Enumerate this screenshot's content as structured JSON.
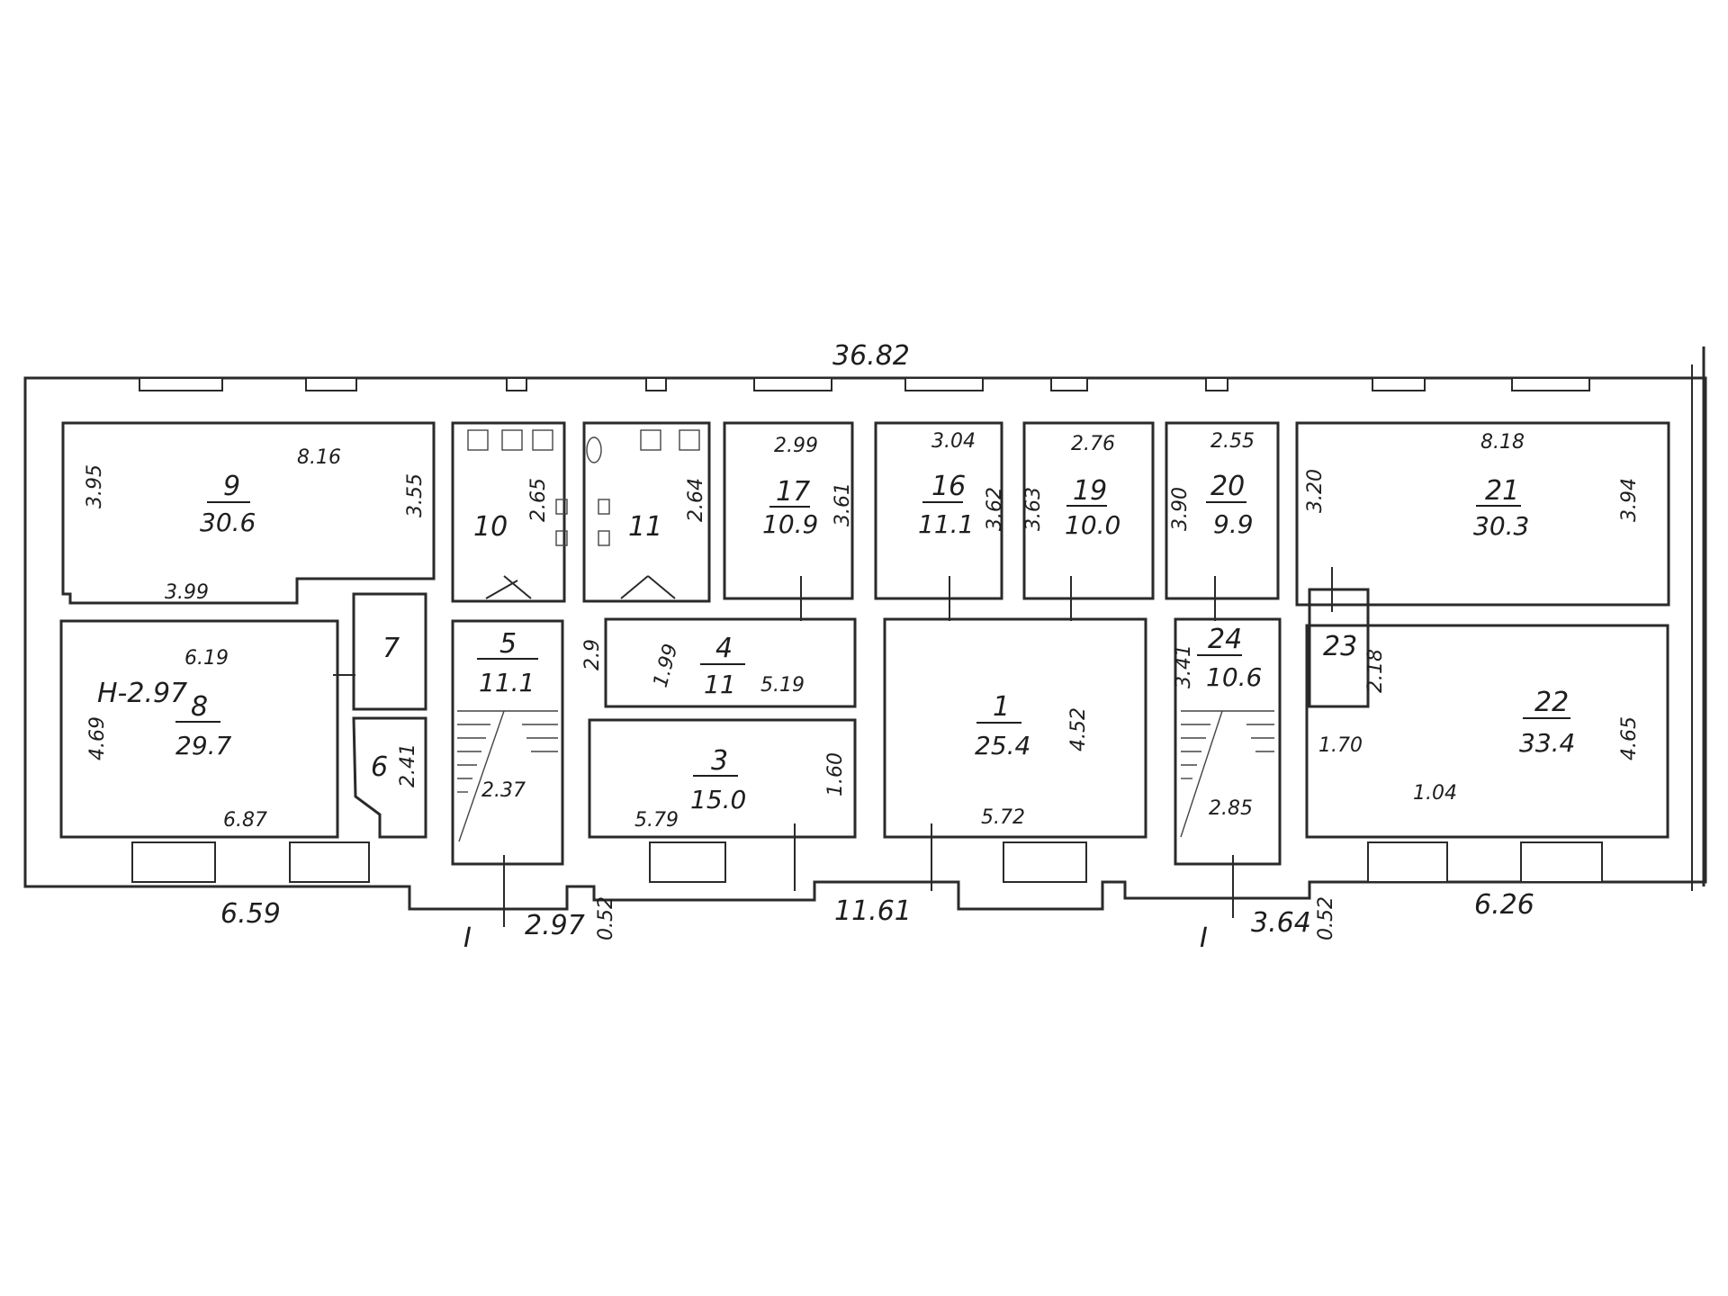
{
  "plan": {
    "overall_width": "36.82",
    "ceiling_height": "H-2.97",
    "bottom_dims": [
      "6.59",
      "2.97",
      "0.52",
      "11.61",
      "3.64",
      "0.52",
      "6.26"
    ],
    "entrance_marks": [
      "I",
      "I"
    ]
  },
  "rooms": [
    {
      "id": "r9",
      "number": "9",
      "area": "30.6",
      "dims": [
        "8.16",
        "3.95",
        "3.55",
        "3.99"
      ]
    },
    {
      "id": "r10",
      "number": "10",
      "area": "",
      "dims": [
        "2.65"
      ]
    },
    {
      "id": "r11",
      "number": "11",
      "area": "",
      "dims": [
        "2.64"
      ]
    },
    {
      "id": "r17",
      "number": "17",
      "area": "10.9",
      "dims": [
        "2.99",
        "3.61"
      ]
    },
    {
      "id": "r16",
      "number": "16",
      "area": "11.1",
      "dims": [
        "3.04",
        "3.62"
      ]
    },
    {
      "id": "r19",
      "number": "19",
      "area": "10.0",
      "dims": [
        "2.76",
        "3.63"
      ]
    },
    {
      "id": "r20",
      "number": "20",
      "area": "9.9",
      "dims": [
        "2.55",
        "3.90"
      ]
    },
    {
      "id": "r21",
      "number": "21",
      "area": "30.3",
      "dims": [
        "8.18",
        "3.20",
        "3.94"
      ]
    },
    {
      "id": "r8",
      "number": "8",
      "area": "29.7",
      "dims": [
        "6.19",
        "4.69",
        "6.87"
      ]
    },
    {
      "id": "r7",
      "number": "7",
      "area": "",
      "dims": []
    },
    {
      "id": "r6",
      "number": "6",
      "area": "",
      "dims": [
        "2.41"
      ]
    },
    {
      "id": "r5",
      "number": "5",
      "area": "11.1",
      "dims": [
        "2.37"
      ]
    },
    {
      "id": "r4",
      "number": "4",
      "area": "11",
      "dims": [
        "5.19",
        "1.99"
      ]
    },
    {
      "id": "r3",
      "number": "3",
      "area": "15.0",
      "dims": [
        "5.79",
        "1.60"
      ]
    },
    {
      "id": "r1",
      "number": "1",
      "area": "25.4",
      "dims": [
        "5.72",
        "4.52"
      ]
    },
    {
      "id": "r24",
      "number": "24",
      "area": "10.6",
      "dims": [
        "2.85",
        "3.41"
      ]
    },
    {
      "id": "r23",
      "number": "23",
      "area": "",
      "dims": [
        "2.18"
      ]
    },
    {
      "id": "r22",
      "number": "22",
      "area": "33.4",
      "dims": [
        "1.70",
        "4.65",
        "1.04"
      ]
    }
  ],
  "small_labels": [
    "2.9"
  ]
}
